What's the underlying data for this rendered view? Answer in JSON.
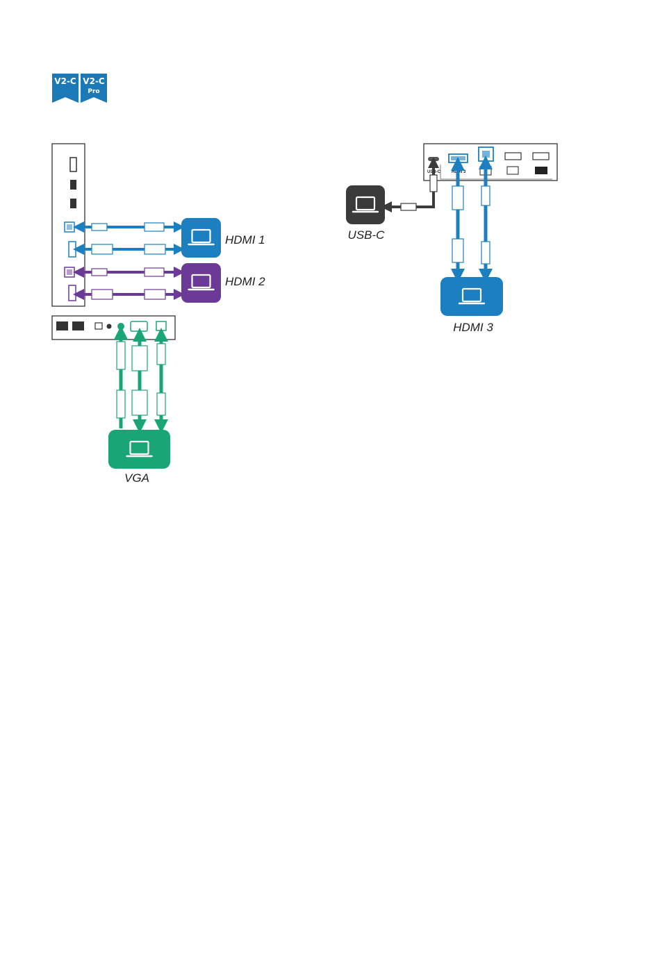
{
  "badges": [
    {
      "line1": "V2-C",
      "line2": ""
    },
    {
      "line1": "V2-C",
      "line2": "Pro"
    }
  ],
  "labels": {
    "hdmi1": "HDMI 1",
    "hdmi2": "HDMI 2",
    "vga": "VGA",
    "usbc": "USB-C",
    "hdmi3": "HDMI 3"
  },
  "port_labels": {
    "usbc_port": "USB-C",
    "hdmi3_port": "HDMI 3"
  },
  "colors": {
    "blue": "#1b7fc0",
    "purple": "#6b3a96",
    "green": "#1aa577",
    "dark": "#3b3b3b",
    "badge": "#1a79b6"
  }
}
